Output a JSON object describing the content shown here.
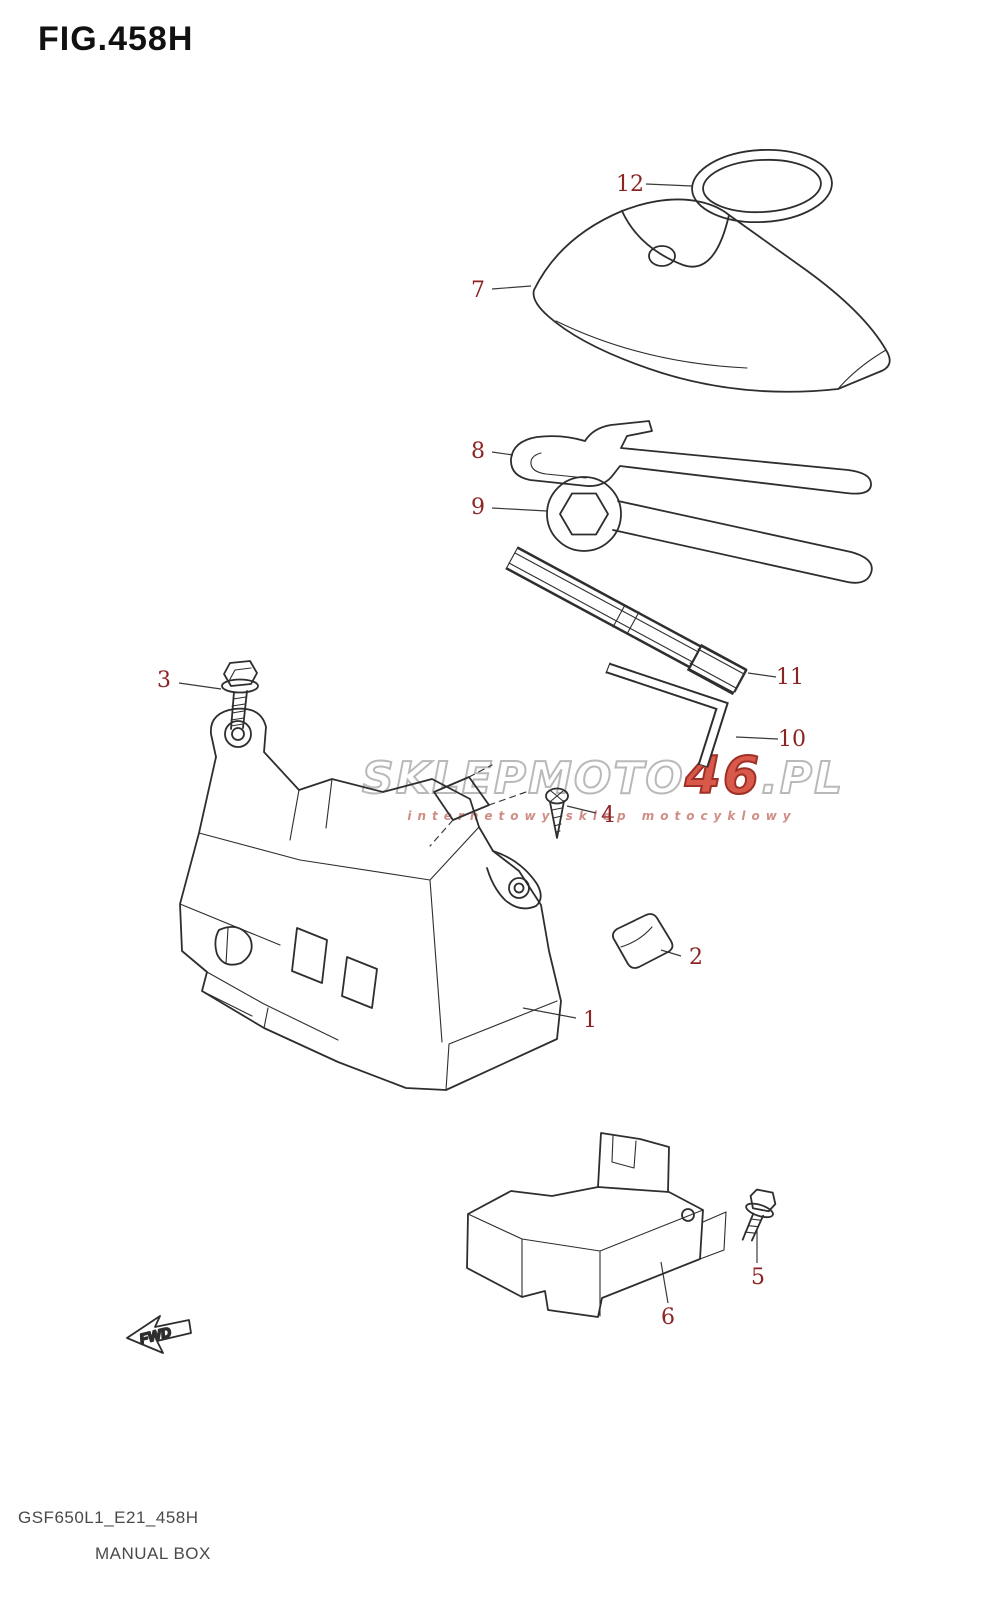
{
  "page": {
    "title": "FIG.458H",
    "footer_code": "GSF650L1_E21_458H",
    "footer_title": "MANUAL BOX"
  },
  "watermark": {
    "main": "SKLEPMOTO",
    "accent": "46",
    "suffix": ".PL",
    "subtitle": "internetowy sklep motocyklowy",
    "color_main": "#b9b9b9",
    "color_accent": "#d8584a"
  },
  "fwd": {
    "label": "FWD"
  },
  "diagram": {
    "callout_color": "#8d2424",
    "line_color": "#2e2e2e",
    "callouts": [
      "1",
      "2",
      "3",
      "4",
      "5",
      "6",
      "7",
      "8",
      "9",
      "10",
      "11",
      "12"
    ]
  }
}
